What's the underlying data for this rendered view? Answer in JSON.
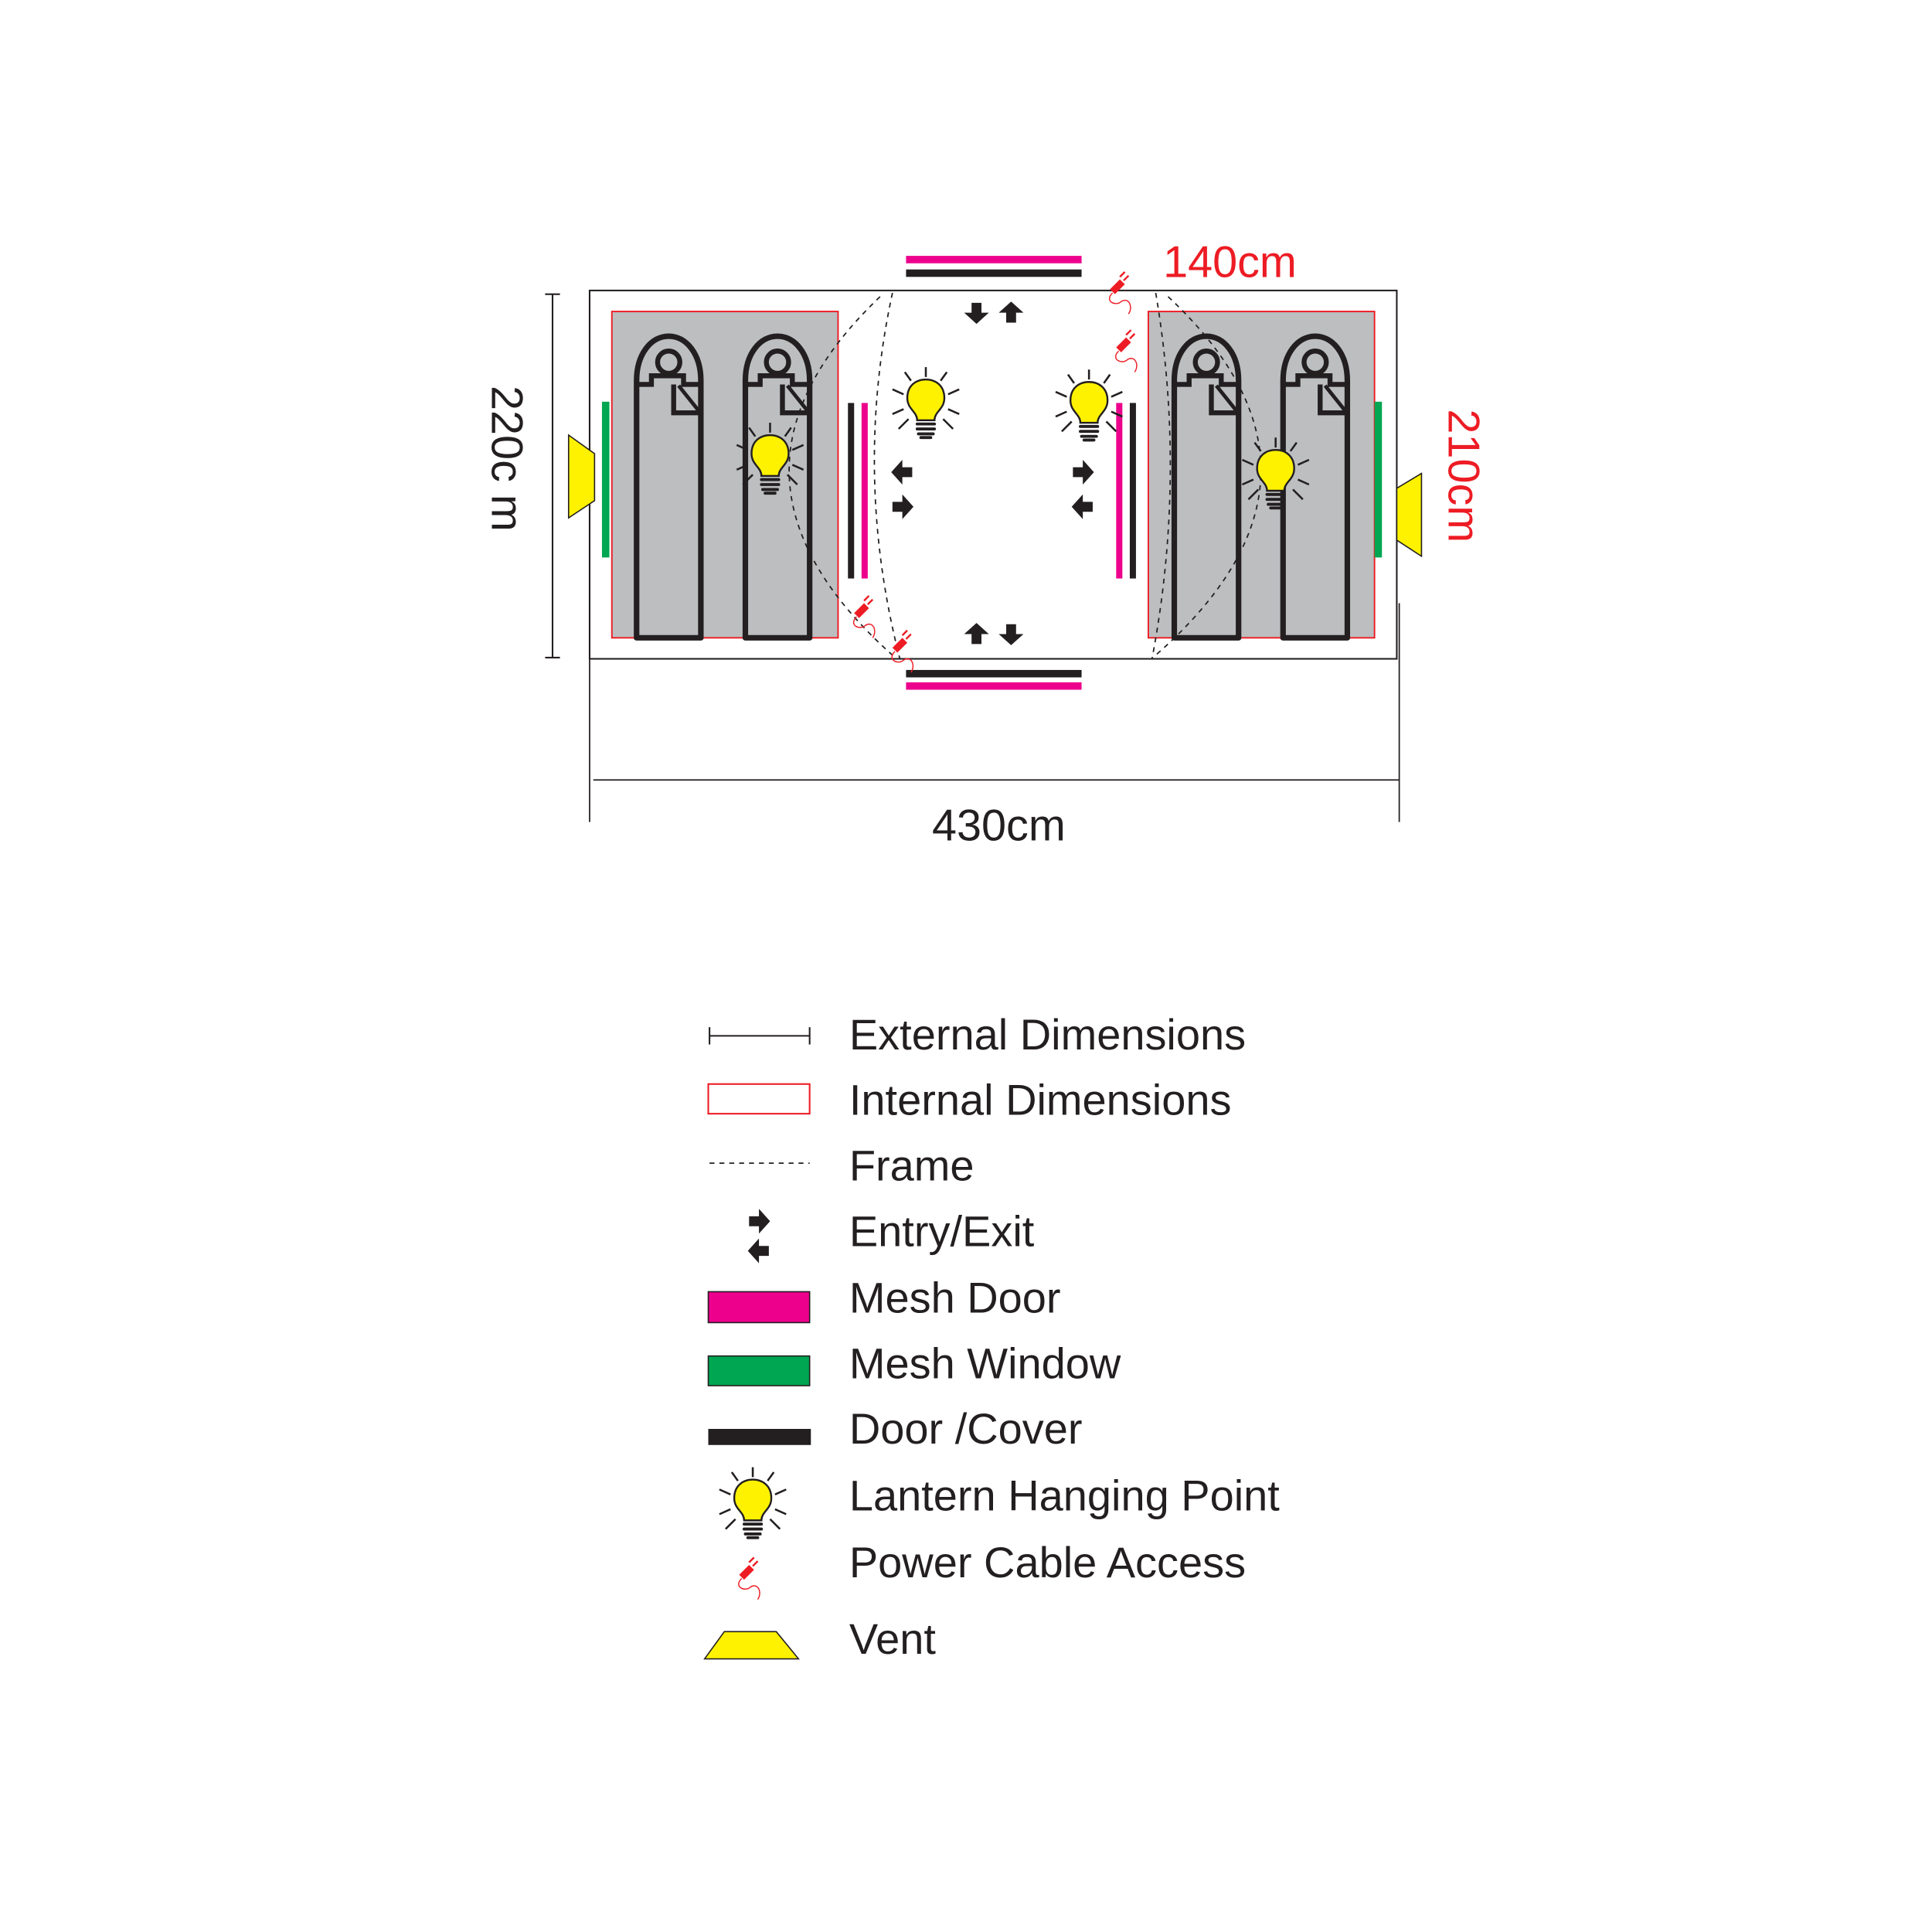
{
  "dimensions": {
    "external_width": "430cm",
    "external_depth": "220c m",
    "internal_width": "140cm",
    "internal_depth": "210cm"
  },
  "colors": {
    "mesh_door": "#ec008c",
    "mesh_window": "#00a651",
    "door_cover": "#231f20",
    "lantern": "#fff200",
    "power": "#ed1c24",
    "bedroom": "#bcbec0",
    "internal_outline": "#ed1c24"
  },
  "legend": [
    {
      "icon": "external-dimension-icon",
      "label": "External Dimensions"
    },
    {
      "icon": "internal-dimension-icon",
      "label": "Internal Dimensions"
    },
    {
      "icon": "frame-icon",
      "label": "Frame"
    },
    {
      "icon": "entry-exit-icon",
      "label": "Entry/Exit"
    },
    {
      "icon": "mesh-door-icon",
      "label": "Mesh Door"
    },
    {
      "icon": "mesh-window-icon",
      "label": "Mesh Window"
    },
    {
      "icon": "door-cover-icon",
      "label": "Door /Cover"
    },
    {
      "icon": "lantern-icon",
      "label": "Lantern Hanging Point"
    },
    {
      "icon": "power-cable-icon",
      "label": "Power Cable Access"
    },
    {
      "icon": "vent-icon",
      "label": "Vent"
    }
  ]
}
